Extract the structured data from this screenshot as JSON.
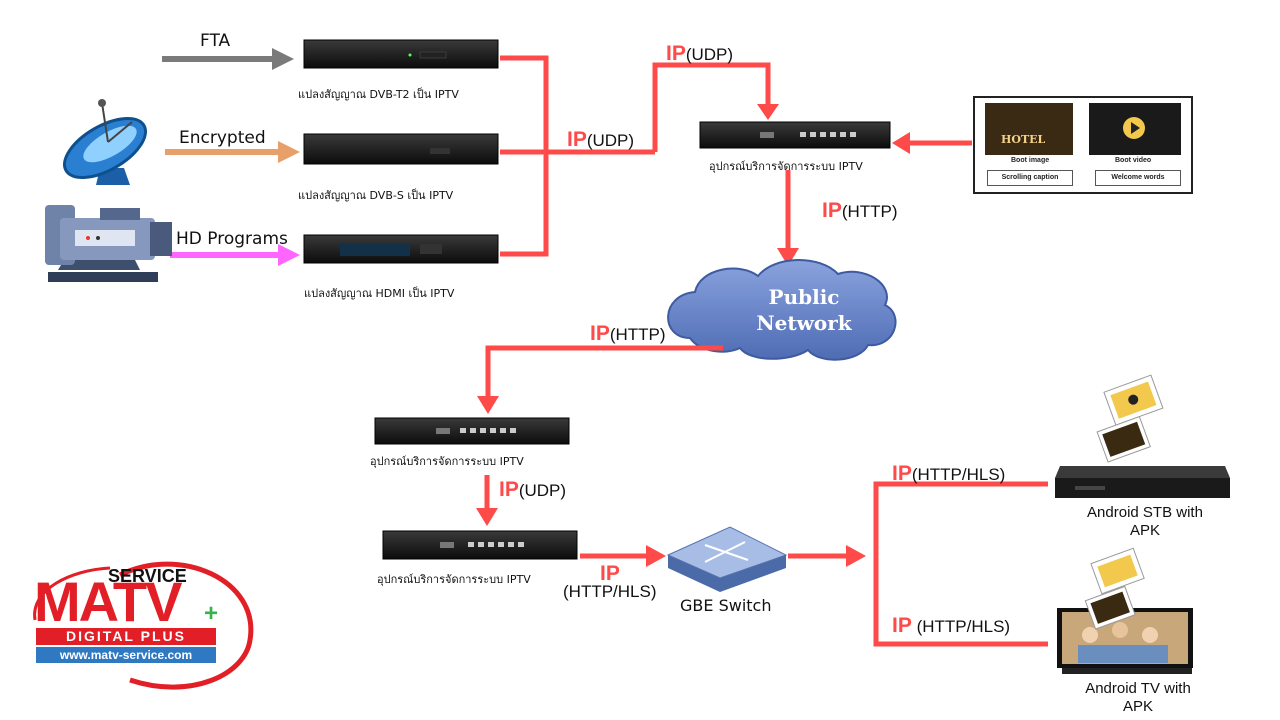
{
  "inputs": {
    "fta": "FTA",
    "encrypted": "Encrypted",
    "hd": "HD Programs"
  },
  "encoders": {
    "dvbt2": "แปลงสัญญาณ DVB-T2  เป็น IPTV",
    "dvbs": "แปลงสัญญาณ DVB-S  เป็น IPTV",
    "hdmi": "แปลงสัญญาณ HDMI  เป็น IPTV"
  },
  "servers": {
    "top": "อุปกรณ์บริการจัดการระบบ IPTV",
    "middle": "อุปกรณ์บริการจัดการระบบ IPTV",
    "bottom": "อุปกรณ์บริการจัดการระบบ IPTV"
  },
  "protocols": {
    "ip": "IP",
    "udp": "(UDP)",
    "http": "(HTTP)",
    "http_hls": "(HTTP/HLS)"
  },
  "cloud": {
    "line1": "Public",
    "line2": "Network"
  },
  "switch": {
    "label": "GBE Switch"
  },
  "panel": {
    "boot_image": "Boot image",
    "boot_video": "Boot video",
    "scrolling_caption": "Scrolling caption",
    "welcome_words": "Welcome words",
    "hotel": "HOTEL"
  },
  "devices": {
    "stb_line1": "Android STB with",
    "stb_line2": "APK",
    "tv_line1": "Android TV with",
    "tv_line2": "APK"
  },
  "logo": {
    "service": "SERVICE",
    "brand": "MATV",
    "plus": "+",
    "tagline": "DIGITAL PLUS",
    "url": "www.matv-service.com"
  },
  "colors": {
    "flow": "#ff4a4a",
    "fta_arrow": "#7a7a7a",
    "encrypted_arrow": "#e8a06a",
    "hd_arrow": "#ff66ff",
    "cloud": "#6e88c8",
    "logo_red": "#e21f26",
    "logo_blue": "#2f79c2"
  }
}
